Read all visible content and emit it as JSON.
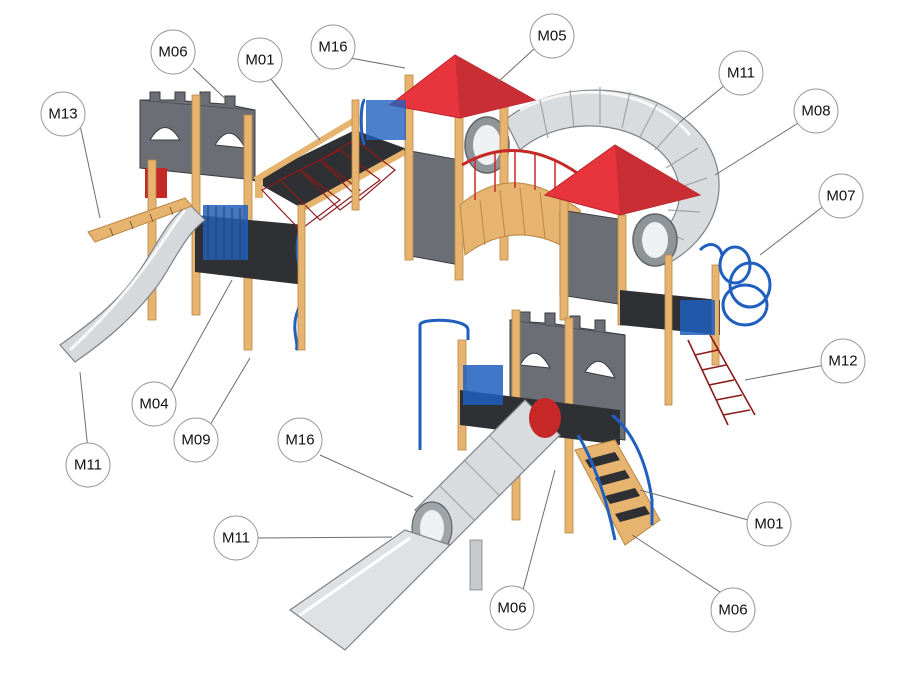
{
  "diagram": {
    "colors": {
      "roof": "#e8353d",
      "roof_dark": "#b8242b",
      "wood": "#e7b46f",
      "wood_dark": "#b98845",
      "panel_grey": "#6b6f75",
      "panel_dark": "#3d3f44",
      "tube": "#d9dcdf",
      "tube_dark": "#9fa4a8",
      "blue": "#1f5fbf",
      "rope_red": "#c62828",
      "deck": "#2f3034"
    },
    "callouts": [
      {
        "id": "m13-top-left",
        "label": "M13"
      },
      {
        "id": "m06-top-left",
        "label": "M06"
      },
      {
        "id": "m01-top",
        "label": "M01"
      },
      {
        "id": "m16-top",
        "label": "M16"
      },
      {
        "id": "m05-top",
        "label": "M05"
      },
      {
        "id": "m11-top-right",
        "label": "M11"
      },
      {
        "id": "m08-right",
        "label": "M08"
      },
      {
        "id": "m07-right",
        "label": "M07"
      },
      {
        "id": "m12-right",
        "label": "M12"
      },
      {
        "id": "m04-left",
        "label": "M04"
      },
      {
        "id": "m09-left",
        "label": "M09"
      },
      {
        "id": "m11-left",
        "label": "M11"
      },
      {
        "id": "m16-middle",
        "label": "M16"
      },
      {
        "id": "m11-bottom-left",
        "label": "M11"
      },
      {
        "id": "m01-bottom-right",
        "label": "M01"
      },
      {
        "id": "m06-bottom",
        "label": "M06"
      },
      {
        "id": "m06-bottom-right",
        "label": "M06"
      }
    ]
  }
}
